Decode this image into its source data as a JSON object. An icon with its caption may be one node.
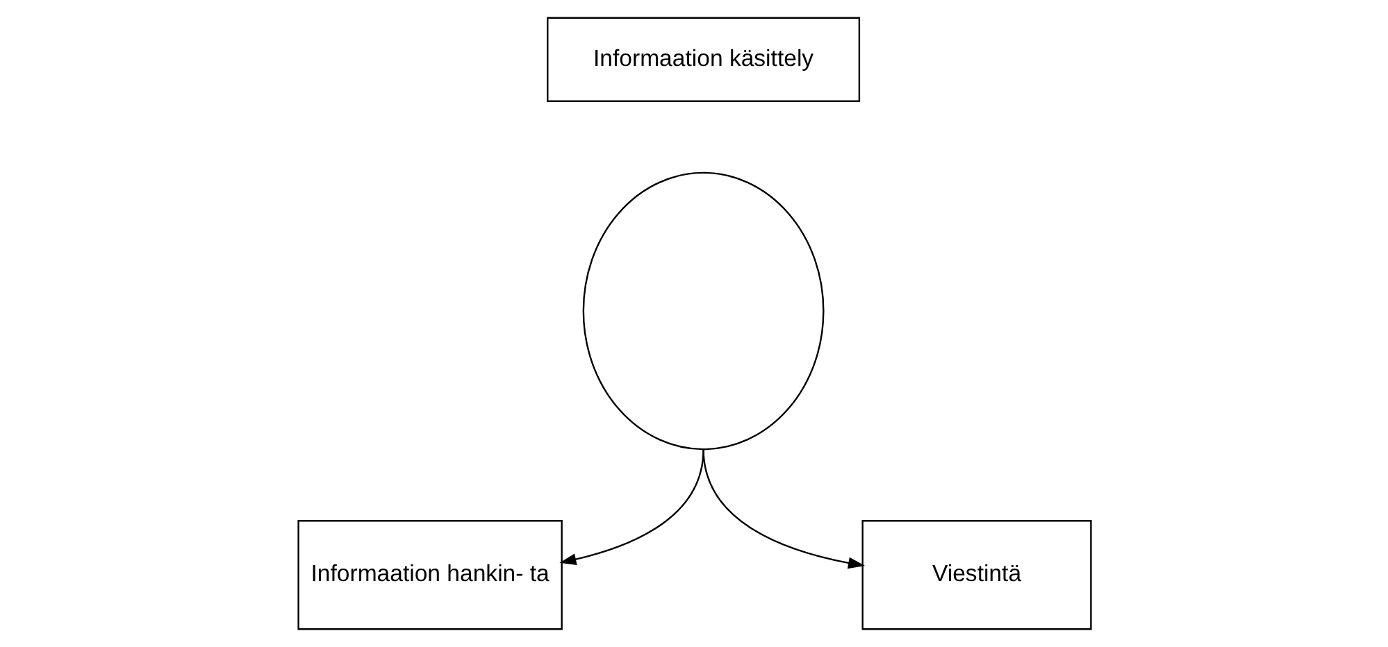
{
  "diagram": {
    "nodes": [
      {
        "text": [
          "Informaation käsittely"
        ]
      },
      {
        "text": [],
        "shape": "circle"
      },
      {
        "text": [
          "Informaation hankin- ta"
        ]
      },
      {
        "text": [
          "Viestintä"
        ]
      }
    ],
    "edges": [
      {
        "from": 1,
        "to": 2,
        "arrow": "to"
      },
      {
        "from": 1,
        "to": 3,
        "arrow": "to"
      }
    ]
  }
}
